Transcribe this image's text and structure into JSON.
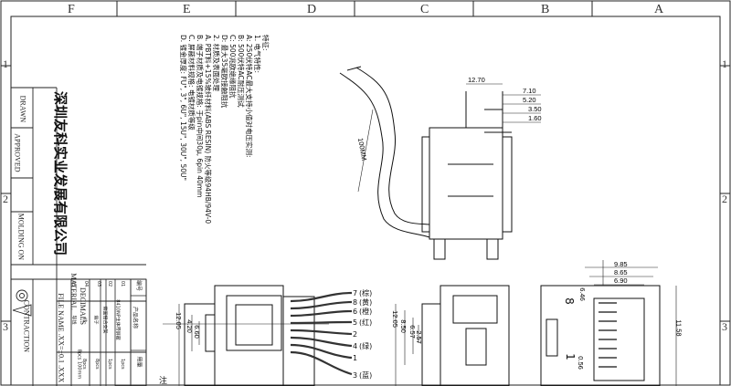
{
  "border": {
    "top_letters": [
      "F",
      "E",
      "D",
      "C",
      "B",
      "A"
    ],
    "right_numbers": [
      "1",
      "2",
      "3"
    ],
    "left_numbers": [
      "1",
      "2",
      "3"
    ]
  },
  "title_block": {
    "company": "深圳友科实业发展有限公司",
    "drawn_label": "DRAWN",
    "approved_label": "APPROVED",
    "molding_label": "MOLDING ON",
    "file_name_label": "FILE NAME",
    "material_label": "MATERIAL",
    "decimals_label": "DECIMALS",
    "tolerance": ".XX=±0.1 .XXX",
    "contraction_label": "CONTRACTION"
  },
  "bom": {
    "header": [
      "编号",
      "产品名称",
      "用量"
    ],
    "rows": [
      [
        "01",
        "8410NP主体带屏蔽",
        "1pcs"
      ],
      [
        "02",
        "端面接合支架",
        "1pcs"
      ],
      [
        "03",
        "端子",
        "8pcs"
      ],
      [
        "04",
        "线",
        "8pcs"
      ],
      [
        "05",
        "导线",
        "8pcs 100mm"
      ]
    ]
  },
  "notes": {
    "title": "特征:",
    "lines": [
      "1. 电气特性:",
      "A: 250伏特AC最大支持小值对电压实测:",
      "B: 500伏特AC耐压测试",
      "C: 500兆欧绝缘阻抗",
      "D: 最大35毫欧接触阻抗",
      "2. 材质及表面处理",
      "A. PBT料+15%玻纤材料(ABS RESIN) 防火等级94HB/94V-0",
      "B. 端子材质及电镀规格: 于pin中间30μ, 6pin 40mm",
      "C. 屏蔽材料规格: 电镀材质等级",
      "D. 镀金厚度: FU\", 3\", 6U\", 15U\", 30U\", 50U\""
    ]
  },
  "dimensions": {
    "side_view": [
      "12.70",
      "7.10",
      "5.20",
      "3.50",
      "1.60"
    ],
    "cable_length": "100MM",
    "front_view": [
      "12.05",
      "4.20",
      "6.60"
    ],
    "middle_view": [
      "12.05",
      "8.50",
      "6.57",
      "2.57"
    ],
    "right_view": [
      "9.85",
      "8.65",
      "6.90",
      "6.46",
      "0.56",
      "11.58"
    ],
    "pin_numbers": [
      "8",
      "1"
    ]
  },
  "wires": [
    {
      "pin": "7",
      "color": "(棕)"
    },
    {
      "pin": "8",
      "color": "(黄)"
    },
    {
      "pin": "6",
      "color": "(橙)"
    },
    {
      "pin": "5",
      "color": "(红)"
    },
    {
      "pin": "2",
      "color": ""
    },
    {
      "pin": "4",
      "color": "(绿)"
    },
    {
      "pin": "1",
      "color": ""
    },
    {
      "pin": "3",
      "color": "(蓝)"
    }
  ],
  "partial_note": "注"
}
